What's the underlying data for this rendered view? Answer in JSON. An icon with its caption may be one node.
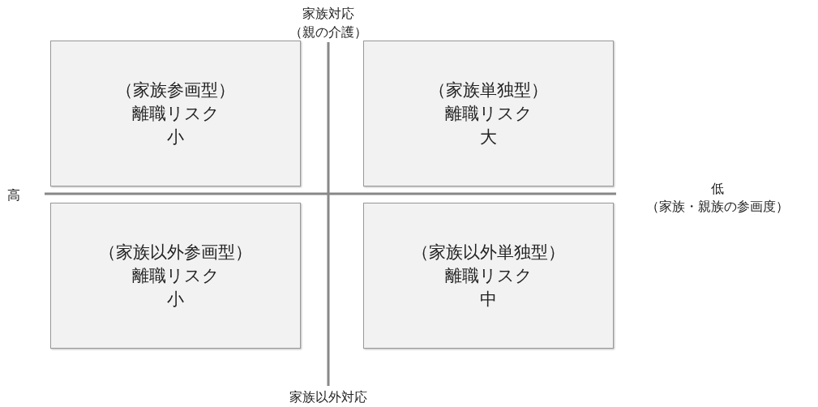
{
  "diagram": {
    "nodes": [
      {
        "text": [
          "（家族参画型）",
          "離職リスク",
          "小"
        ]
      },
      {
        "text": [
          "（家族単独型）",
          "離職リスク",
          "大"
        ]
      },
      {
        "text": [
          "（家族以外参画型）",
          "離職リスク",
          "小"
        ]
      },
      {
        "text": [
          "（家族以外単独型）",
          "離職リスク",
          "中"
        ]
      }
    ],
    "labels": [
      "家族対応",
      "（親の介護）",
      "高",
      "低",
      "（家族・親族の参画度）",
      "家族以外対応"
    ]
  }
}
